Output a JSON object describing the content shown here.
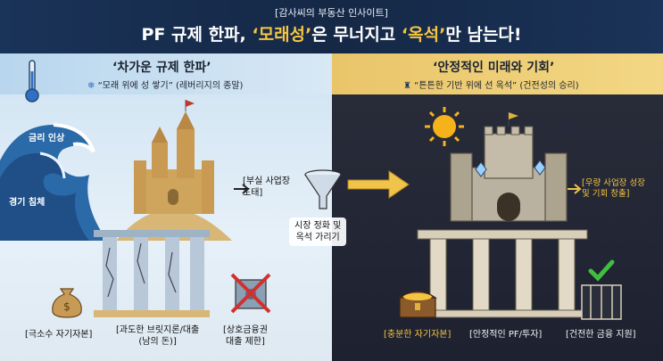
{
  "header": {
    "subtitle": "[감사씨의 부동산 인사이트]",
    "title_part1": "PF 규제 한파, ",
    "title_hl1": "‘모래성’",
    "title_part2": "은 무너지고 ",
    "title_hl2": "‘옥석’",
    "title_part3": "만 남는다!"
  },
  "left": {
    "title": "‘차가운 규제 한파’",
    "subtitle": "“모래 위에 성 쌓기” (레버리지의 종말)",
    "wave_label_1": "금리 인상",
    "wave_label_2": "경기 침체",
    "arrow_label": "[부실 사업장\n도태]",
    "bottom_labels": [
      "[극소수 자기자본]",
      "[과도한 브릿지론/대출\n(남의 돈)]",
      "[상호금융권\n대출 제한]"
    ]
  },
  "center": {
    "funnel_label": "시장 정화 및\n옥석 가리기"
  },
  "right": {
    "title": "‘안정적인 미래와 기회’",
    "subtitle": "“튼튼한 기반 위에 선 옥석” (건전성의 승리)",
    "arrow_label": "[우량 사업장 성장\n및 기회 창출]",
    "bottom_labels": [
      "[충분한 자기자본]",
      "[안정적인 PF/투자]",
      "[건전한 금융 지원]"
    ]
  },
  "colors": {
    "accent_gold": "#f5c542",
    "header_bg": "#1a3358",
    "ice": "#cfe3f3"
  }
}
